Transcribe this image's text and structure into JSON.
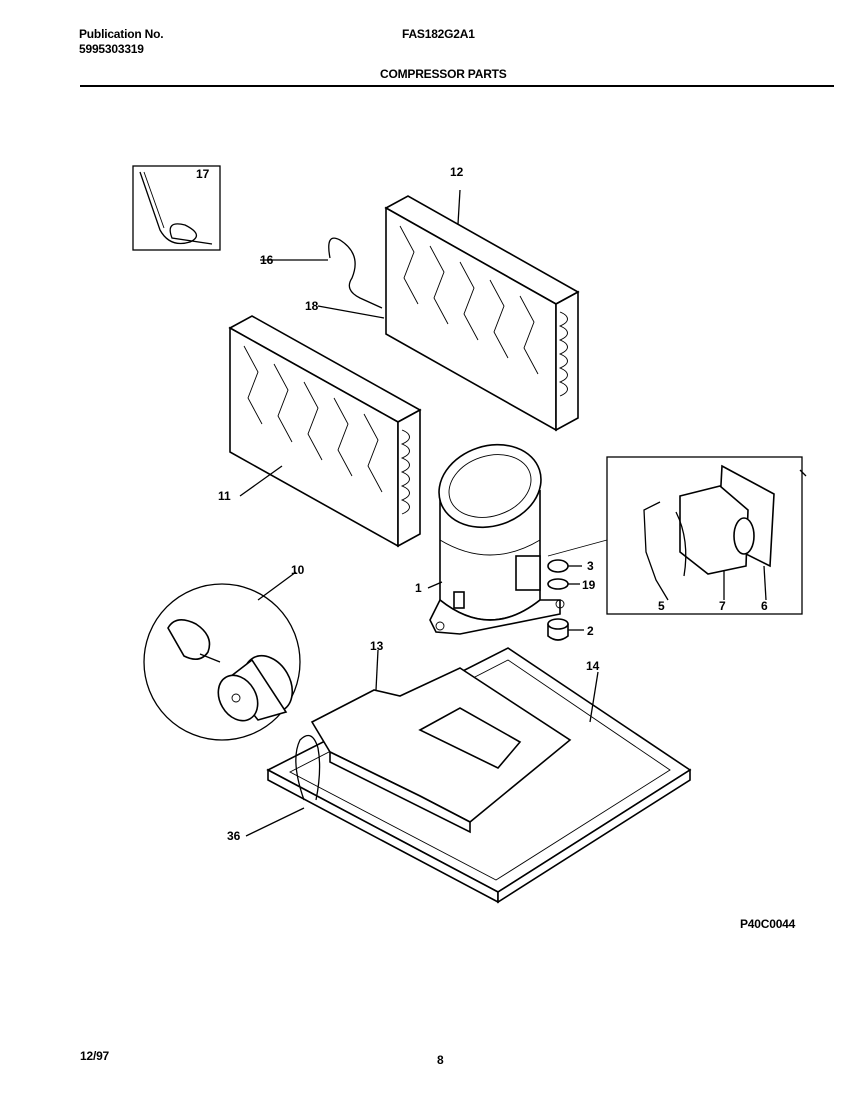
{
  "header": {
    "publication_label": "Publication No.",
    "publication_number": "5995303319",
    "model": "FAS182G2A1",
    "section_title": "COMPRESSOR PARTS"
  },
  "diagram": {
    "callouts": [
      "17",
      "12",
      "16",
      "18",
      "11",
      "10",
      "1",
      "3",
      "19",
      "2",
      "5",
      "7",
      "6",
      "13",
      "14",
      "36"
    ],
    "code": "P40C0044"
  },
  "footer": {
    "date": "12/97",
    "page": "8"
  }
}
